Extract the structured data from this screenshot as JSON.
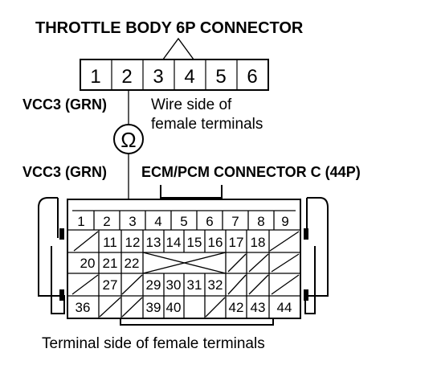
{
  "throttle": {
    "title": "THROTTLE BODY 6P CONNECTOR",
    "pins": [
      "1",
      "2",
      "3",
      "4",
      "5",
      "6"
    ],
    "wire_side": [
      "Wire side of",
      "female terminals"
    ]
  },
  "probe": {
    "upper_wire_label": "VCC3 (GRN)",
    "meter_symbol": "Ω",
    "lower_wire_label": "VCC3 (GRN)"
  },
  "ecm": {
    "title": "ECM/PCM CONNECTOR C (44P)",
    "row1": [
      "1",
      "2",
      "3",
      "4",
      "5",
      "6",
      "7",
      "8",
      "9"
    ],
    "row2": [
      "",
      "11",
      "12",
      "13",
      "14",
      "15",
      "16",
      "17",
      "18",
      ""
    ],
    "row3": [
      "20",
      "21",
      "22"
    ],
    "row4": [
      "27",
      "29",
      "30",
      "31",
      "32"
    ],
    "row5": [
      "36",
      "39",
      "40",
      "42",
      "43",
      "44"
    ],
    "footer": "Terminal side of female terminals"
  }
}
